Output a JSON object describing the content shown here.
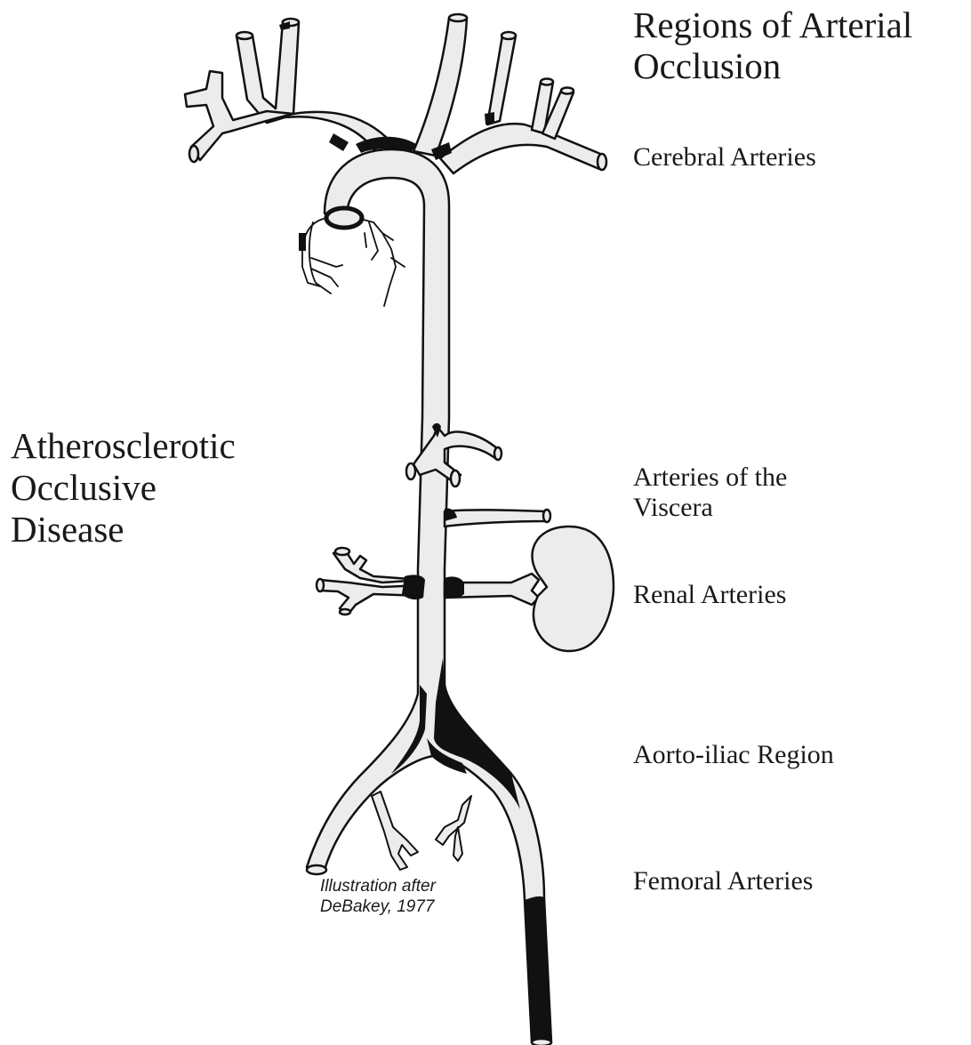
{
  "title": {
    "line1": "Regions of Arterial",
    "line2": "Occlusion"
  },
  "side_title": {
    "line1": "Atherosclerotic",
    "line2": "Occlusive",
    "line3": "Disease"
  },
  "regions": [
    {
      "label": "Cerebral Arteries"
    },
    {
      "label": "Arteries of the",
      "label2": "Viscera"
    },
    {
      "label": "Renal Arteries"
    },
    {
      "label": "Aorto-iliac Region"
    },
    {
      "label": "Femoral Arteries"
    }
  ],
  "credit": {
    "line1": "Illustration after",
    "line2": "DeBakey, 1977"
  },
  "colors": {
    "vessel_fill": "#ececec",
    "outline": "#111111",
    "plaque": "#111111",
    "background": "#ffffff"
  }
}
